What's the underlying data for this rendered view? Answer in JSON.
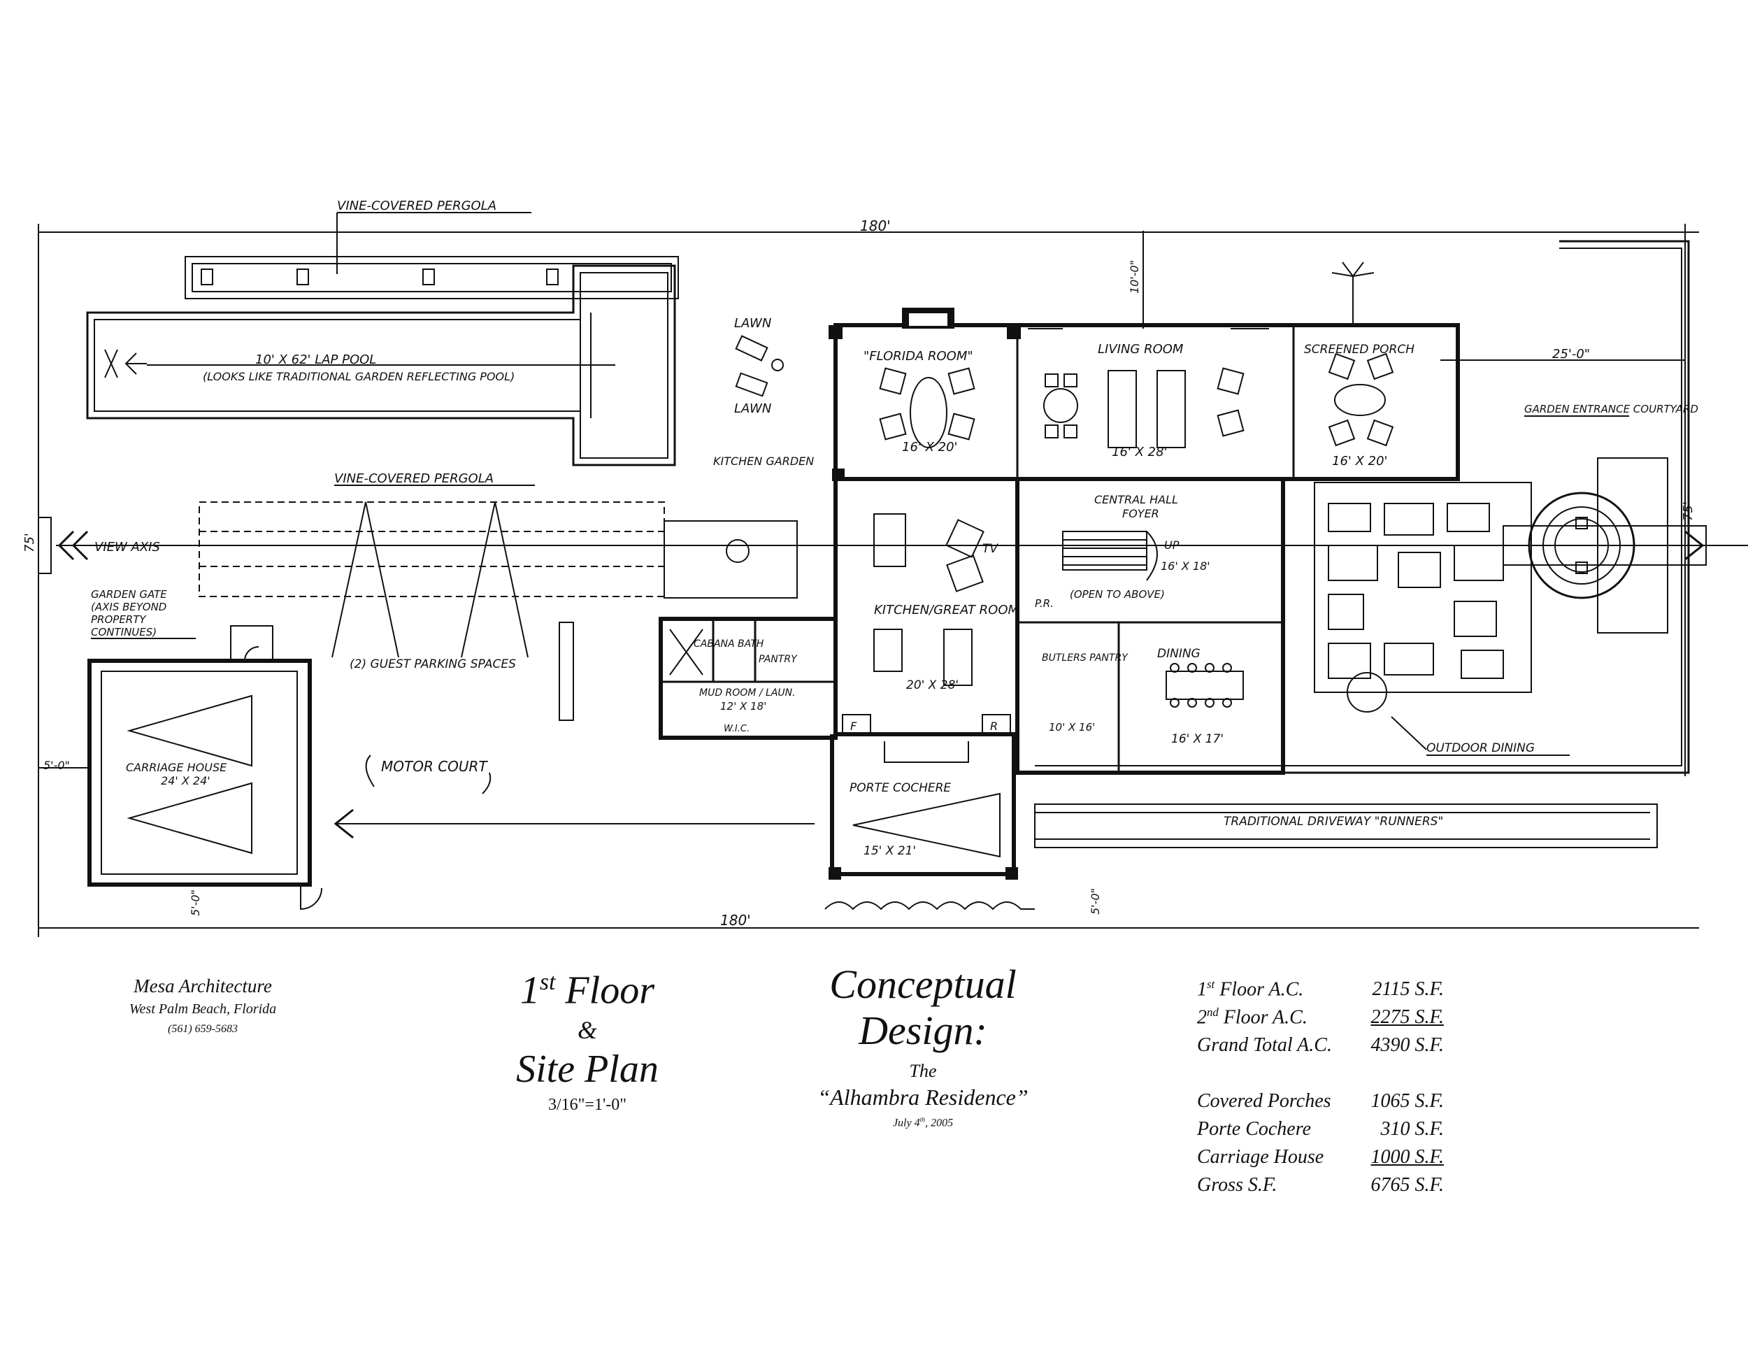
{
  "firm": {
    "name": "Mesa Architecture",
    "city": "West Palm Beach, Florida",
    "phone": "(561) 659-5683"
  },
  "sheet": {
    "floor_ordinal": "1",
    "floor_sup": "st",
    "floor_word": "Floor",
    "ampersand": "&",
    "site_plan": "Site Plan",
    "scale": "3/16\"=1'-0\""
  },
  "project": {
    "line1": "Conceptual",
    "line2": "Design:",
    "the": "The",
    "residence": "“Alhambra Residence”",
    "date_prefix": "July 4",
    "date_sup": "th",
    "date_suffix": ", 2005"
  },
  "areas": {
    "first_floor_ordinal": "1",
    "first_floor_sup": "st",
    "first_floor_label": "Floor A.C.",
    "first_floor_value": "2115 S.F.",
    "second_floor_ordinal": "2",
    "second_floor_sup": "nd",
    "second_floor_label": "Floor A.C.",
    "second_floor_value": "2275 S.F.",
    "grand_total_label": "Grand Total A.C.",
    "grand_total_value": "4390 S.F.",
    "covered_porches_label": "Covered Porches",
    "covered_porches_value": "1065 S.F.",
    "porte_cochere_label": "Porte Cochere",
    "porte_cochere_value": "310 S.F.",
    "carriage_house_label": "Carriage House",
    "carriage_house_value": "1000 S.F.",
    "gross_label": "Gross S.F.",
    "gross_value": "6765 S.F."
  },
  "plan_labels": {
    "pergola_top": "VINE-COVERED PERGOLA",
    "pergola_mid": "VINE-COVERED PERGOLA",
    "lap_pool_1": "10' X 62' LAP POOL",
    "lap_pool_2": "(LOOKS LIKE TRADITIONAL GARDEN REFLECTING POOL)",
    "lawn_1": "LAWN",
    "lawn_2": "LAWN",
    "florida_room": "\"FLORIDA ROOM\"",
    "florida_room_dim": "16' X 20'",
    "living_room": "LIVING ROOM",
    "living_room_dim": "16' X 28'",
    "screened_porch": "SCREENED PORCH",
    "screened_porch_dim": "16' X 20'",
    "kitchen_garden": "KITCHEN GARDEN",
    "central_hall": "CENTRAL HALL",
    "foyer": "FOYER",
    "hall_dim": "16' X 18'",
    "up": "UP",
    "open_to_above": "(OPEN TO ABOVE)",
    "pr": "P.R.",
    "tv": "TV",
    "kitchen_great_room": "KITCHEN/GREAT ROOM",
    "kitchen_dim": "20' X 28'",
    "view_axis": "VIEW AXIS",
    "garden_gate": "GARDEN GATE",
    "garden_gate_2": "(AXIS BEYOND",
    "garden_gate_3": "PROPERTY",
    "garden_gate_4": "CONTINUES)",
    "guest_parking": "(2) GUEST PARKING SPACES",
    "cabana_bath": "CABANA BATH",
    "pantry": "PANTRY",
    "mud_room": "MUD ROOM / LAUN.",
    "mud_room_dim": "12' X 18'",
    "wic": "W.I.C.",
    "butlers_pantry": "BUTLERS PANTRY",
    "butlers_dim": "10' X 16'",
    "dining": "DINING",
    "dining_dim": "16' X 17'",
    "f": "F",
    "r": "R",
    "garden_entrance": "GARDEN ENTRANCE COURTYARD",
    "outdoor_dining": "OUTDOOR DINING",
    "carriage_house": "CARRIAGE HOUSE",
    "carriage_house_dim": "24' X 24'",
    "motor_court": "MOTOR COURT",
    "porte_cochere": "PORTE COCHERE",
    "porte_cochere_dim": "15' X 21'",
    "driveway": "TRADITIONAL DRIVEWAY \"RUNNERS\"",
    "dim_180_top": "180'",
    "dim_180_bottom": "180'",
    "dim_75_left": "75'",
    "dim_75_right": "75'",
    "dim_25": "25'-0\"",
    "dim_10": "10'-0\"",
    "dim_5_left": "5'-0\"",
    "dim_5_bottom_left": "5'-0\"",
    "dim_5_bottom_mid": "5'-0\""
  }
}
